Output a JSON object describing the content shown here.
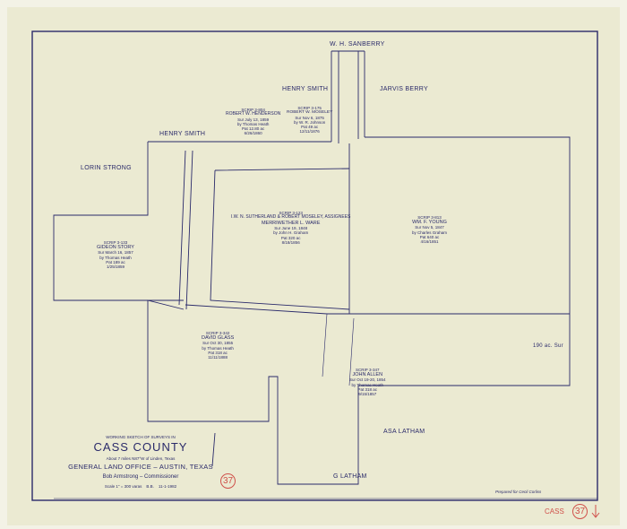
{
  "title_block": {
    "heading": "WORKING SKETCH OF SURVEYS IN",
    "county": "CASS COUNTY",
    "location": "About 7 miles N87°W of Linden, Texas",
    "office": "GENERAL LAND OFFICE – AUSTIN, TEXAS",
    "commissioner": "Bob Armstrong – Commissioner",
    "scale": "Scale 1\" = 300 varas",
    "initials": "B.B.",
    "date": "11-1-1982",
    "sketch_number": "37"
  },
  "owners": {
    "wh_sanberry": "W. H. SANBERRY",
    "henry_smith_north": "HENRY SMITH",
    "jarvis_berry": "JARVIS BERRY",
    "henry_smith_west": "HENRY SMITH",
    "lorin_strong": "LORIN STRONG",
    "asa_latham": "ASA LATHAM",
    "g_latham": "G LATHAM",
    "sur_190": "190 ac. Sur"
  },
  "surveys": [
    {
      "abstract": "SCRIP 3-804",
      "name": "ROBERT W. HENDERSON",
      "sur": "Sur July 13, 1859",
      "by": "by Thomas Heath",
      "pat": "Pat 12.80 ac",
      "date": "6/26/1860"
    },
    {
      "abstract": "SCRIP 3-175",
      "name": "ROBERT W. MOSELEY",
      "sur": "Sur Nov 6, 1875",
      "by": "by W. R. Johnson",
      "pat": "Pat 49 ac",
      "date": "12/11/1876"
    },
    {
      "abstract": "SCRIP 3-123",
      "name": "I.W. N. SUTHERLAND & ROBERT MOSELEY, ASSIGNEES",
      "name2": "MERRIWETHER L. WARE",
      "sur": "Sur June 19, 1848",
      "by": "by John H. Graham",
      "pat": "Pat 320 ac",
      "date": "8/18/1856"
    },
    {
      "abstract": "SCRIP 3-813",
      "name": "WM. F. YOUNG",
      "sur": "Sur Nov 5, 1847",
      "by": "by Charles Graham",
      "pat": "Pat 640 ac",
      "date": "4/16/1851"
    },
    {
      "abstract": "SCRIP 3-133",
      "name": "GIDEON STORY",
      "sur": "Sur March 16, 1857",
      "by": "by Thomas Heath",
      "pat": "Pat 189 ac",
      "date": "1/25/1859"
    },
    {
      "abstract": "SCRIP 3-342",
      "name": "DAVID GLASS",
      "sur": "Sur Oct 30, 1855",
      "by": "by Thomas Heath",
      "pat": "Pat 318 ac",
      "date": "11/11/1888"
    },
    {
      "abstract": "SCRIP 3-347",
      "name": "JOHN ALLEN",
      "sur": "Sur Oct 19-20, 1854",
      "by": "by Thomas Heath",
      "pat": "Pat 318 ac",
      "date": "9/15/1857"
    }
  ],
  "footer": {
    "prepared_for": "Prepared for Cecil Corliss",
    "stamp_county": "CASS",
    "stamp_number": "37"
  },
  "colors": {
    "ink": "#2a2a6a",
    "paper": "#ebead2",
    "red": "#d0504a"
  }
}
